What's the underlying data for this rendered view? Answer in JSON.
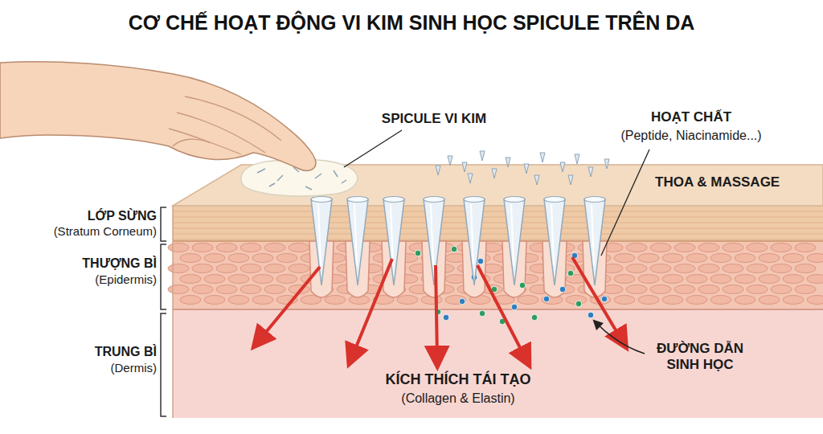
{
  "diagram": {
    "title": "CƠ CHẾ HOẠT ĐỘNG VI KIM SINH HỌC SPICULE TRÊN DA",
    "labels": [
      "SPICULE VI KIM",
      "HOẠT CHẤT",
      "(Peptide, Niacinamide...)",
      "THOA & MASSAGE",
      "LỚP SỪNG",
      "(Stratum Corneum)",
      "THƯỢNG BÌ",
      "(Epidermis)",
      "TRUNG BÌ",
      "(Dermis)",
      "KÍCH THÍCH TÁI TẠO",
      "(Collagen & Elastin)",
      "ĐƯỜNG DẪN SINH HỌC"
    ]
  }
}
